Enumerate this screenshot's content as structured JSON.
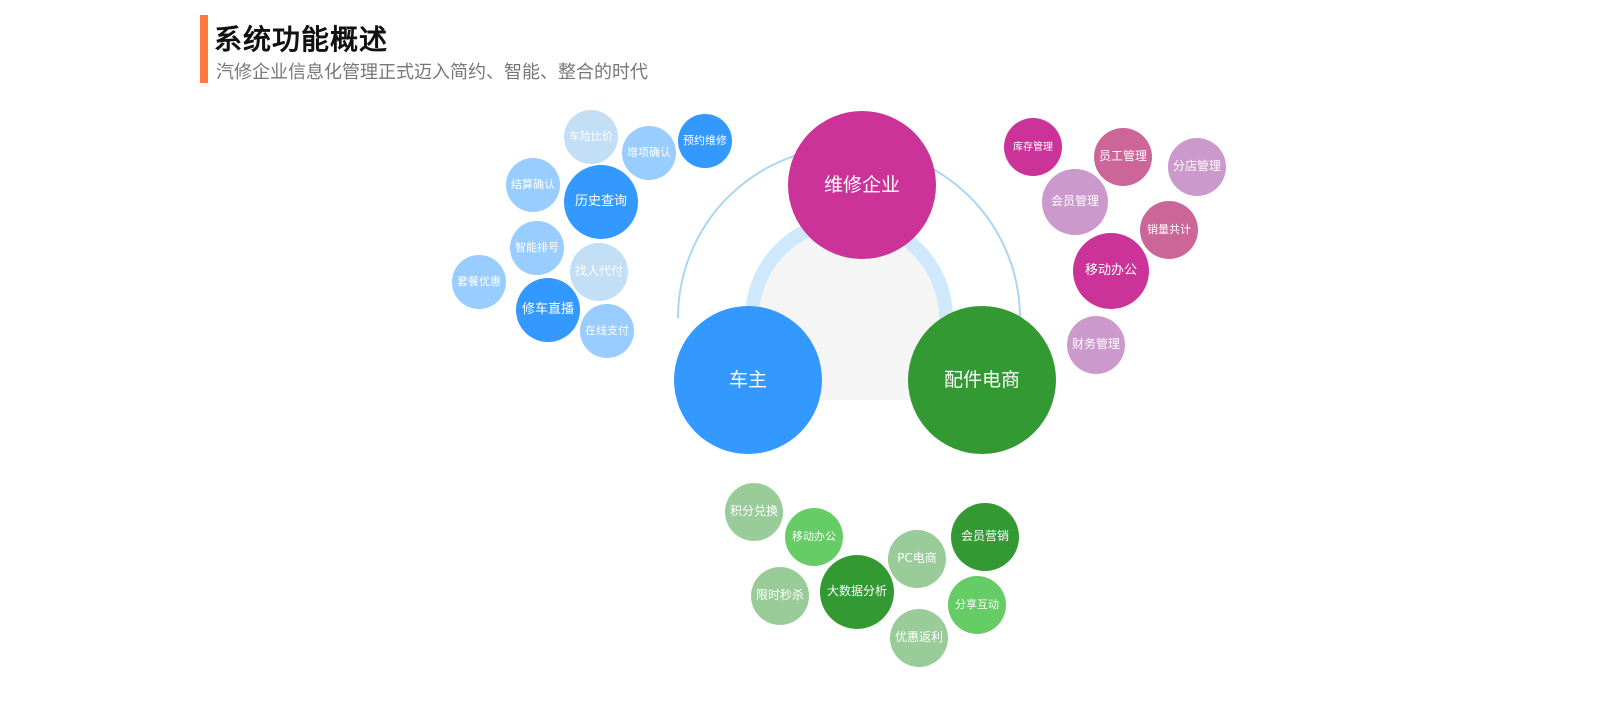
{
  "header": {
    "title": "系统功能概述",
    "subtitle": "汽修企业信息化管理正式迈入简约、智能、整合的时代",
    "accent_color": "#ff7a3d"
  },
  "colors": {
    "blue_dark": "#3399ff",
    "blue_mid": "#99ccff",
    "blue_light": "#c2dff6",
    "magenta_dark": "#cc3399",
    "magenta_mid": "#cc6699",
    "magenta_light": "#cc99cc",
    "green_dark": "#339933",
    "green_mid": "#66cc66",
    "green_light": "#99cc99",
    "ring": "#a9d6f5",
    "inner_ring": "#cfe8fb",
    "center_fill": "#f5f5f5"
  },
  "hubs": [
    {
      "id": "repair",
      "label": "维修企业",
      "color": "#cc3399"
    },
    {
      "id": "owner",
      "label": "车主",
      "color": "#3399ff"
    },
    {
      "id": "parts",
      "label": "配件电商",
      "color": "#339933"
    }
  ],
  "clusters": {
    "owner": [
      {
        "label": "车险比价",
        "color": "#c2dff6",
        "tone": "light"
      },
      {
        "label": "增项确认",
        "color": "#99ccff",
        "tone": "mid"
      },
      {
        "label": "预约维修",
        "color": "#3399ff",
        "tone": "dark"
      },
      {
        "label": "结算确认",
        "color": "#99ccff",
        "tone": "mid"
      },
      {
        "label": "历史查询",
        "color": "#3399ff",
        "tone": "dark"
      },
      {
        "label": "智能排号",
        "color": "#99ccff",
        "tone": "mid"
      },
      {
        "label": "找人代付",
        "color": "#c2dff6",
        "tone": "light"
      },
      {
        "label": "套餐优惠",
        "color": "#99ccff",
        "tone": "mid"
      },
      {
        "label": "修车直播",
        "color": "#3399ff",
        "tone": "dark"
      },
      {
        "label": "在线支付",
        "color": "#99ccff",
        "tone": "mid"
      }
    ],
    "repair": [
      {
        "label": "库存管理",
        "color": "#cc3399",
        "tone": "dark"
      },
      {
        "label": "员工管理",
        "color": "#cc6699",
        "tone": "mid"
      },
      {
        "label": "分店管理",
        "color": "#cc99cc",
        "tone": "light"
      },
      {
        "label": "会员管理",
        "color": "#cc99cc",
        "tone": "light"
      },
      {
        "label": "销量共计",
        "color": "#cc6699",
        "tone": "mid"
      },
      {
        "label": "移动办公",
        "color": "#cc3399",
        "tone": "dark"
      },
      {
        "label": "财务管理",
        "color": "#cc99cc",
        "tone": "light"
      }
    ],
    "parts": [
      {
        "label": "积分兑换",
        "color": "#99cc99",
        "tone": "light"
      },
      {
        "label": "移动办公",
        "color": "#66cc66",
        "tone": "mid"
      },
      {
        "label": "PC电商",
        "color": "#99cc99",
        "tone": "light"
      },
      {
        "label": "会员营销",
        "color": "#339933",
        "tone": "dark"
      },
      {
        "label": "限时秒杀",
        "color": "#99cc99",
        "tone": "light"
      },
      {
        "label": "大数据分析",
        "color": "#339933",
        "tone": "dark"
      },
      {
        "label": "分享互动",
        "color": "#66cc66",
        "tone": "mid"
      },
      {
        "label": "优惠返利",
        "color": "#99cc99",
        "tone": "light"
      }
    ]
  }
}
